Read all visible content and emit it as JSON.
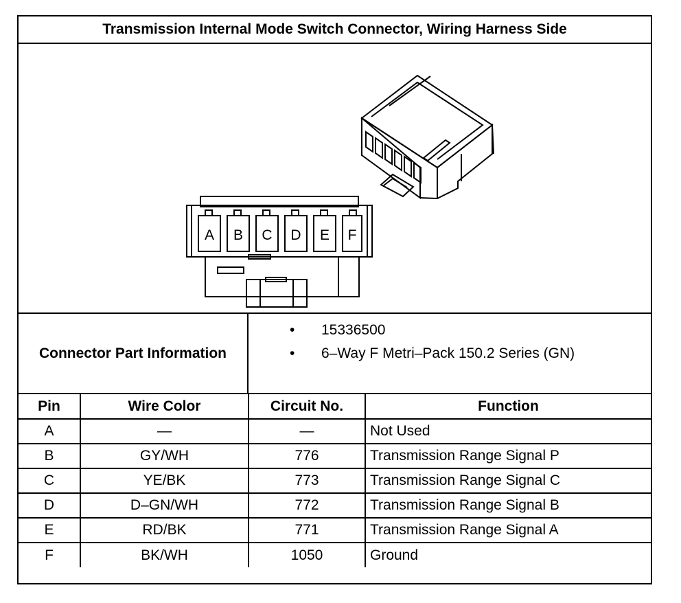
{
  "title": "Transmission Internal Mode Switch Connector, Wiring Harness Side",
  "connector_face_pins": [
    "A",
    "B",
    "C",
    "D",
    "E",
    "F"
  ],
  "part_info": {
    "label": "Connector Part Information",
    "items": [
      {
        "bullet": "•",
        "text": "15336500"
      },
      {
        "bullet": "•",
        "text": "6–Way F Metri–Pack 150.2 Series (GN)"
      }
    ]
  },
  "table": {
    "headers": [
      "Pin",
      "Wire Color",
      "Circuit No.",
      "Function"
    ],
    "rows": [
      [
        "A",
        "—",
        "—",
        "Not Used"
      ],
      [
        "B",
        "GY/WH",
        "776",
        "Transmission Range Signal P"
      ],
      [
        "C",
        "YE/BK",
        "773",
        "Transmission Range Signal C"
      ],
      [
        "D",
        "D–GN/WH",
        "772",
        "Transmission Range Signal B"
      ],
      [
        "E",
        "RD/BK",
        "771",
        "Transmission Range Signal A"
      ],
      [
        "F",
        "BK/WH",
        "1050",
        "Ground"
      ]
    ]
  }
}
